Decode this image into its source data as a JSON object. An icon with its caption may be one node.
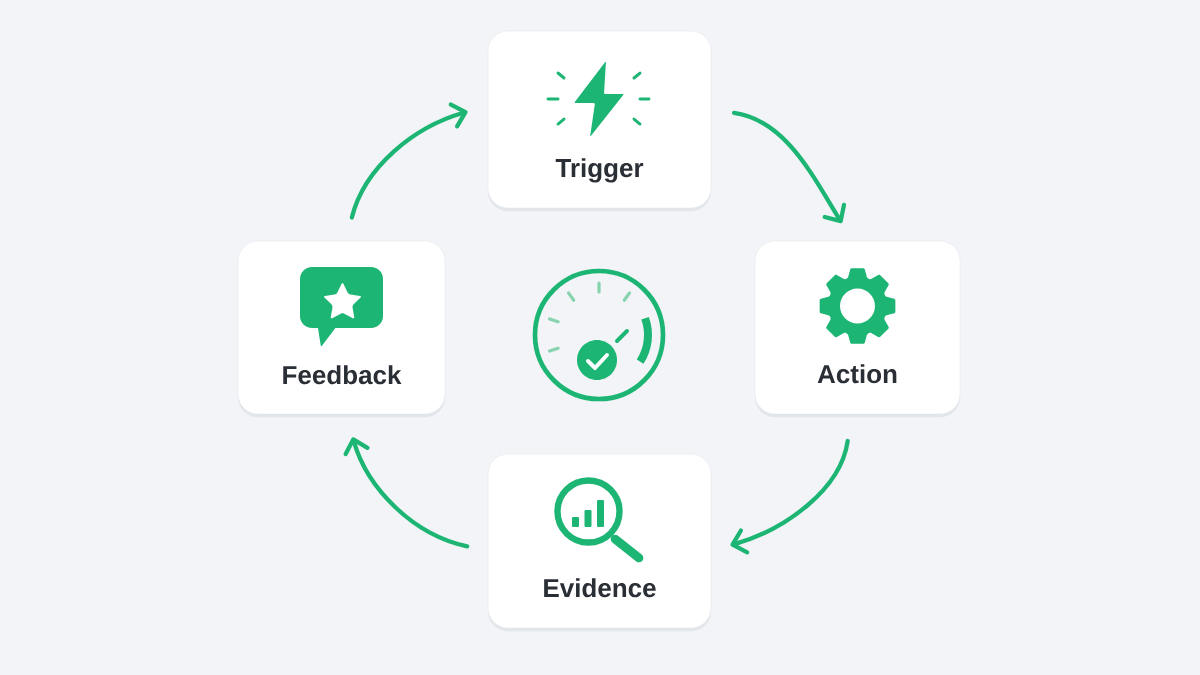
{
  "diagram": {
    "nodes": [
      {
        "text": [
          "Trigger"
        ]
      },
      {
        "text": [
          "Action"
        ]
      },
      {
        "text": [
          "Evidence"
        ]
      },
      {
        "text": [
          "Feedback"
        ]
      }
    ],
    "edges": [
      {
        "from": 0,
        "to": 1,
        "arrow": "to"
      },
      {
        "from": 1,
        "to": 2,
        "arrow": "to"
      },
      {
        "from": 2,
        "to": 3,
        "arrow": "to"
      },
      {
        "from": 3,
        "to": 0,
        "arrow": "to"
      }
    ]
  }
}
